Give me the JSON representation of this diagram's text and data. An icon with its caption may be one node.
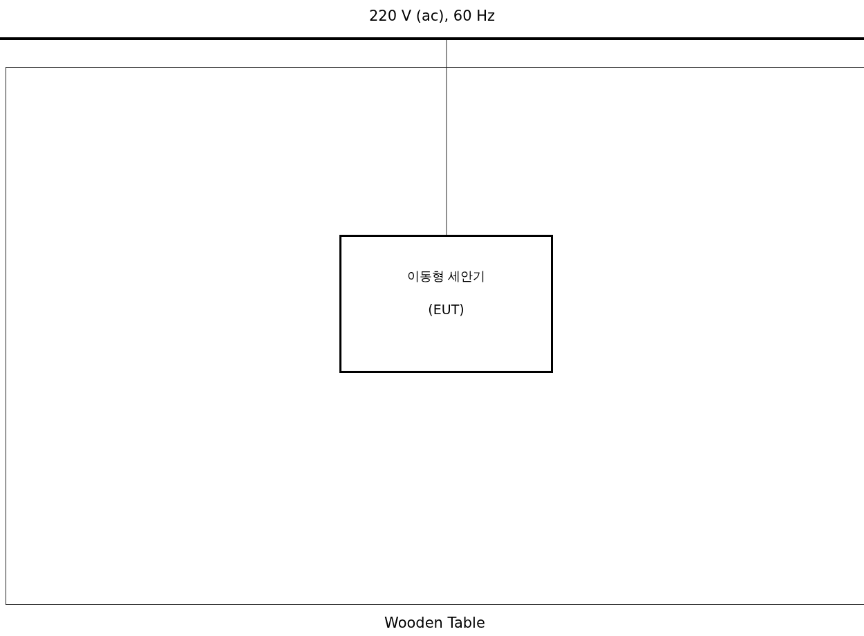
{
  "diagram": {
    "nodes": [
      {
        "text": [
          "220 V (ac), 60 Hz"
        ]
      },
      {
        "text": [
          "Wooden Table"
        ]
      },
      {
        "text": [
          "이동형 세안기",
          "(EUT)"
        ],
        "in": 1
      }
    ],
    "edges": [
      {
        "from": 0,
        "to": 2,
        "arrow": "none"
      }
    ]
  }
}
